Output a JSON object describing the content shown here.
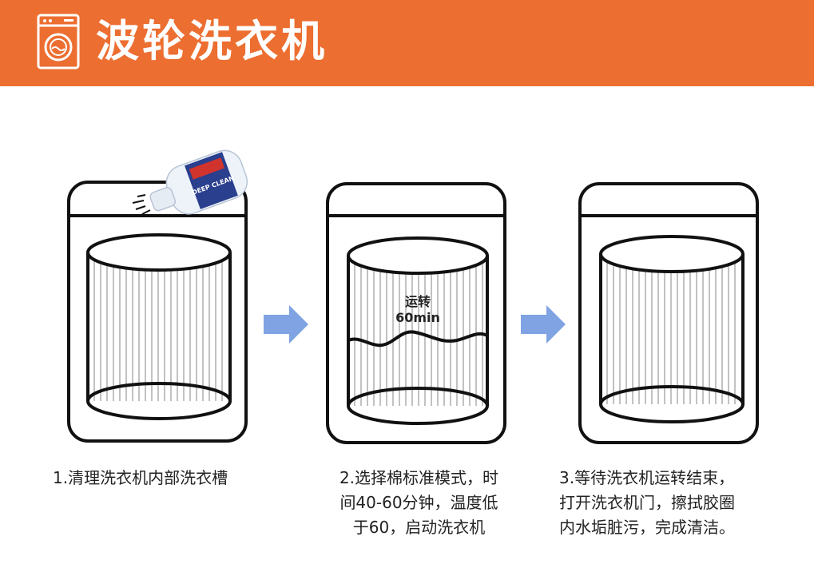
{
  "header": {
    "title": "波轮洗衣机",
    "icon": "washing-machine-icon",
    "background_color": "#ec6e30"
  },
  "steps": [
    {
      "caption": "1.清理洗衣机内部洗衣槽",
      "scene": "pour-cleaner-into-drum"
    },
    {
      "caption": "2.选择棉标准模式，时\n间40-60分钟，温度低\n于60，启动洗衣机",
      "drum_label_line1": "运转",
      "drum_label_line2": "60min"
    },
    {
      "caption": "3.等待洗衣机运转结束，\n打开洗衣机门，擦拭胶圈\n内水垢脏污，完成清洁。"
    }
  ],
  "arrow_color": "#7fa3e3",
  "bottle_label": "DEEP CLEAN"
}
